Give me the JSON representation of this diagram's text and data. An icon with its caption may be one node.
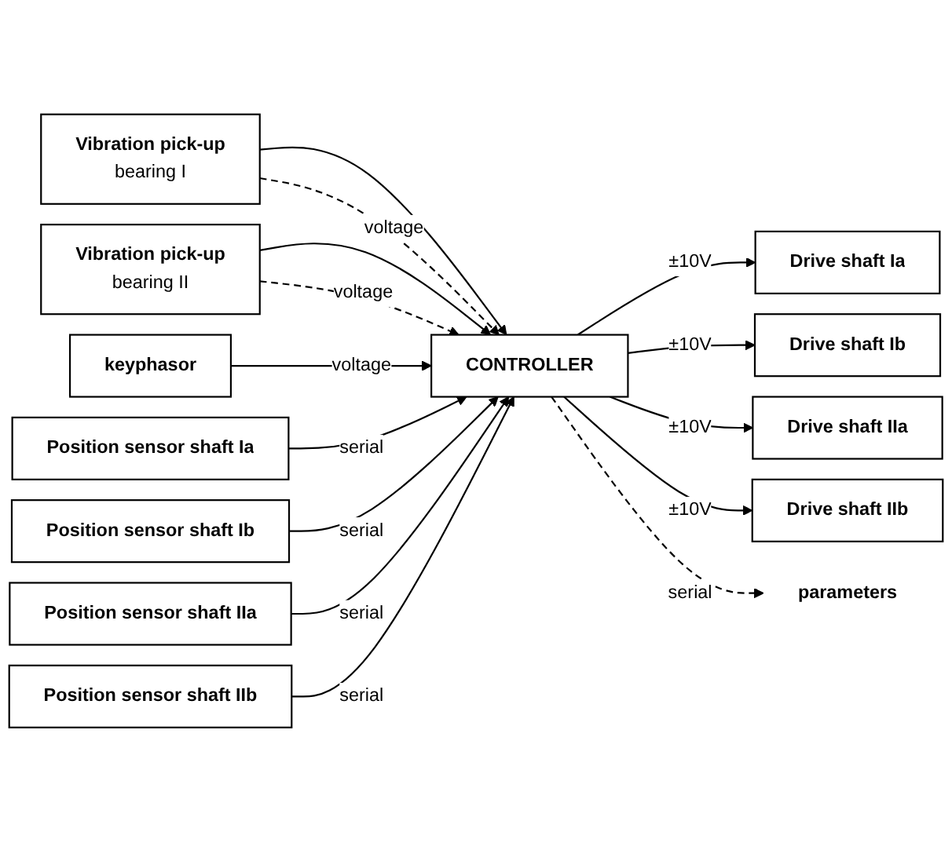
{
  "diagram": {
    "nodes": [
      {
        "text": [
          "Vibration pick-up",
          "bearing I"
        ]
      },
      {
        "text": [
          "Vibration pick-up",
          "bearing II"
        ]
      },
      {
        "text": [
          "keyphasor"
        ]
      },
      {
        "text": [
          "Position sensor shaft Ia"
        ]
      },
      {
        "text": [
          "Position sensor shaft Ib"
        ]
      },
      {
        "text": [
          "Position sensor shaft IIa"
        ]
      },
      {
        "text": [
          "Position sensor shaft IIb"
        ]
      },
      {
        "text": [
          "CONTROLLER"
        ]
      },
      {
        "text": [
          "Drive shaft Ia"
        ]
      },
      {
        "text": [
          "Drive shaft Ib"
        ]
      },
      {
        "text": [
          "Drive shaft IIa"
        ]
      },
      {
        "text": [
          "Drive shaft IIb"
        ]
      },
      {
        "text": [
          "parameters"
        ]
      }
    ],
    "edges": [
      {
        "from": 0,
        "to": 7,
        "arrow": "to"
      },
      {
        "from": 0,
        "to": 7,
        "arrow": "to",
        "label": "voltage",
        "style": "dashed"
      },
      {
        "from": 1,
        "to": 7,
        "arrow": "to"
      },
      {
        "from": 1,
        "to": 7,
        "arrow": "to",
        "label": "voltage",
        "style": "dashed"
      },
      {
        "from": 2,
        "to": 7,
        "arrow": "to",
        "label": "voltage"
      },
      {
        "from": 3,
        "to": 7,
        "arrow": "to",
        "label": "serial"
      },
      {
        "from": 4,
        "to": 7,
        "arrow": "to",
        "label": "serial"
      },
      {
        "from": 5,
        "to": 7,
        "arrow": "to",
        "label": "serial"
      },
      {
        "from": 6,
        "to": 7,
        "arrow": "to",
        "label": "serial"
      },
      {
        "from": 7,
        "to": 8,
        "arrow": "to",
        "label": "±10V"
      },
      {
        "from": 7,
        "to": 9,
        "arrow": "to",
        "label": "±10V"
      },
      {
        "from": 7,
        "to": 10,
        "arrow": "to",
        "label": "±10V"
      },
      {
        "from": 7,
        "to": 11,
        "arrow": "to",
        "label": "±10V"
      },
      {
        "from": 7,
        "to": 12,
        "arrow": "to",
        "label": "serial",
        "style": "dashed"
      }
    ]
  }
}
